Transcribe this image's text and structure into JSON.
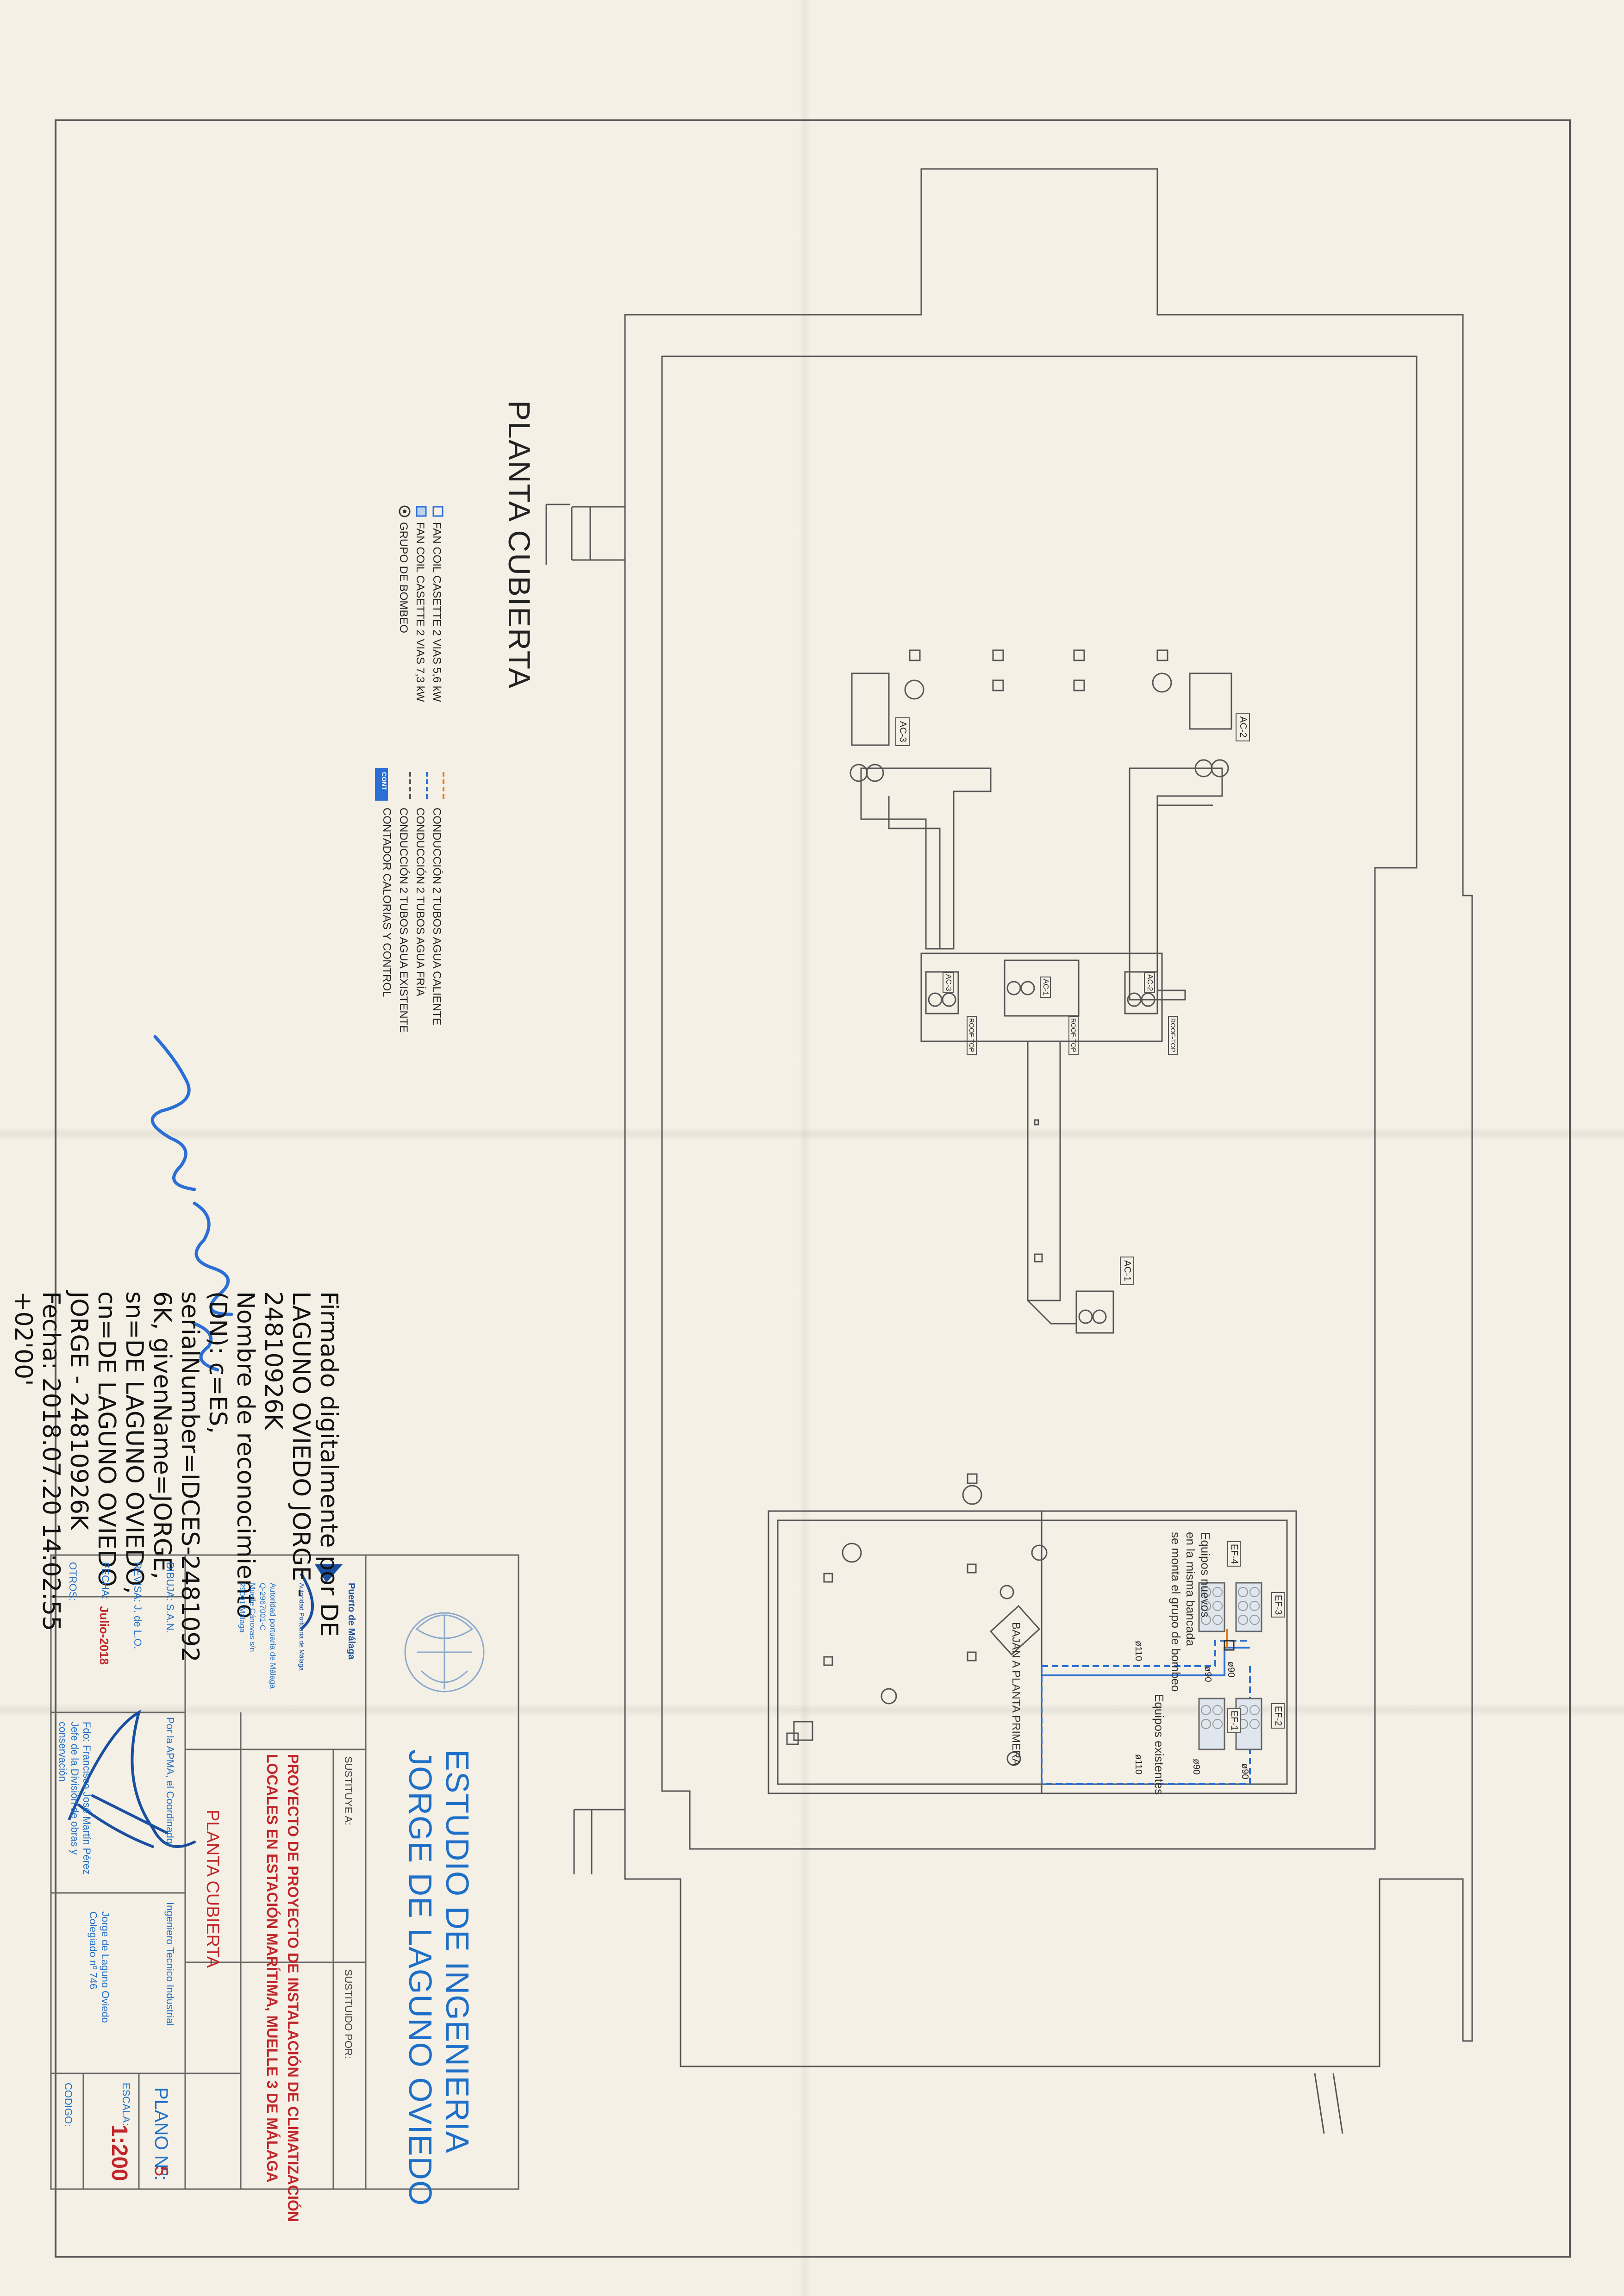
{
  "drawing": {
    "title": "PLANTA CUBIERTA"
  },
  "legend": {
    "items": [
      {
        "symbol": "⊡",
        "text": "FAN COIL CASETTE 2 VIAS 5,6 kW"
      },
      {
        "symbol": "⊡",
        "text": "FAN COIL CASETTE 2 VIAS 7,3 kW"
      },
      {
        "symbol": "⊙",
        "text": "GRUPO DE BOMBEO"
      }
    ],
    "lines": [
      {
        "text": "CONDUCCIÓN 2 TUBOS AGUA CALIENTE",
        "color": "#e07a1a"
      },
      {
        "text": "CONDUCCIÓN 2 TUBOS AGUA FRÍA",
        "color": "#2a6fd6"
      },
      {
        "text": "CONDUCCIÓN 2 TUBOS AGUA EXISTENTE",
        "color": "#555555"
      },
      {
        "text": "CONTADOR CALORIAS Y CONTROL",
        "color": "#2a6fd6",
        "badge": "CONT"
      }
    ]
  },
  "plan": {
    "units": {
      "ac2": "AC-2",
      "ac3": "AC-3",
      "ac1": "AC-1",
      "ac_c1": "AC-1",
      "ac_c2": "AC-2",
      "ac_c3": "AC-3",
      "roof1": "ROOF-TOP",
      "roof2": "ROOF-TOP",
      "roof3": "ROOF-TOP",
      "ef1": "EF-1",
      "ef2": "EF-2",
      "ef3": "EF-3",
      "ef4": "EF-4"
    },
    "notes": {
      "nuevos": "Equipos nuevos\nen la misma bancada\nse monta el grupo de bombeo",
      "existentes": "Equipos existentes",
      "bajan": "BAJAN A PLANTA PRIMERA",
      "d90a": "ø90",
      "d90b": "ø90",
      "d90c": "ø90",
      "d90d": "ø90",
      "d110a": "ø110",
      "d110b": "ø110"
    }
  },
  "signature": {
    "text": "Firmado digitalmente por DE\nLAGUNO OVIEDO JORGE -\n24810926K\nNombre de reconocimiento\n(DN): c=ES,\nserialNumber=IDCES-2481092\n6K, givenName=JORGE,\nsn=DE LAGUNO OVIEDO,\ncn=DE LAGUNO OVIEDO\nJORGE - 24810926K\nFecha: 2018.07.20 14:02:55\n+02'00'"
  },
  "titleblock": {
    "studio_line1": "ESTUDIO DE INGENIERIA",
    "studio_line2": "JORGE DE LAGUNO OVIEDO",
    "sustituye_label": "SUSTITUYE A:",
    "sustituido_label": "SUSTITUIDO POR:",
    "project_line1": "PROYECTO DE PROYECTO DE INSTALACIÓN DE CLIMATIZACIÓN",
    "project_line2": "LOCALES EN ESTACIÓN MARÍTIMA, MUELLE 3 DE MÁLAGA",
    "sheet_title": "PLANTA CUBIERTA",
    "plano_label": "PLANO Nº:",
    "plano_number": "5",
    "escala_label": "ESCALA:",
    "escala_value": "1:200",
    "codigo_label": "CODIGO:",
    "client_name": "Puerto de Málaga",
    "client_sub": "Autoridad Portuaria de Málaga",
    "client_addr": "Autoridad portuaria de Málaga\nQ-2967001-C\nMuelle Cánovas s/n\n29001 Málaga",
    "dibuja": "DIBUJA:  S.A.N.",
    "revisa": "REVISA:  J. de L.O.",
    "fecha_label": "FECHA:",
    "fecha_value": "Julio-2018",
    "otros": "OTROS:",
    "apma": "Por la APMA, el Coordinador",
    "apma_name": "Fdo: Francisco José Martín Pérez\nJefe de la División de obras y\nconservación",
    "engineer_title": "Ingeniero Tecnico Industrial",
    "engineer_name": "Jorge de Laguno Oviedo\nColegiado nº 746"
  },
  "colors": {
    "hot": "#e07a1a",
    "cold": "#2a6fd6",
    "ink": "#444444",
    "titleblock_blue": "#1e6fc8",
    "titleblock_red": "#c0262a"
  }
}
